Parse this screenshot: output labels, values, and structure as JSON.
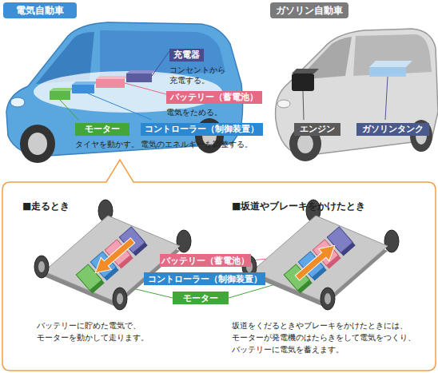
{
  "diagram": {
    "nodes": [
      {
        "text": [
          "電気自動車"
        ]
      },
      {
        "text": [
          "ガソリン自動車"
        ]
      },
      {
        "text": [
          "充電器",
          "コンセントから 充電する。"
        ]
      },
      {
        "text": [
          "バッテリー（蓄電池）",
          "電気をためる。"
        ]
      },
      {
        "text": [
          "モーター",
          "タイヤを動かす。"
        ]
      },
      {
        "text": [
          "コントローラー（制御装置）",
          "電気のエネルギーを調整する。"
        ]
      },
      {
        "text": [
          "エンジン"
        ]
      },
      {
        "text": [
          "ガソリンタンク"
        ]
      },
      {
        "text": [
          "■走るとき",
          "■坂道やブレーキをかけたとき",
          "バッテリーに貯めた電気で、 モーターを動かして走ります。",
          "坂道をくだるときやブレーキをかけたときには、 モーターが発電機のはたらきをして電気をつくり、 バッテリーに電気を蓄えます。"
        ]
      },
      {
        "text": [
          "バッテリー（蓄電池）"
        ],
        "in": 8
      },
      {
        "text": [
          "コントローラー（制御装置）"
        ],
        "in": 8
      },
      {
        "text": [
          "モーター"
        ],
        "in": 8
      }
    ]
  }
}
